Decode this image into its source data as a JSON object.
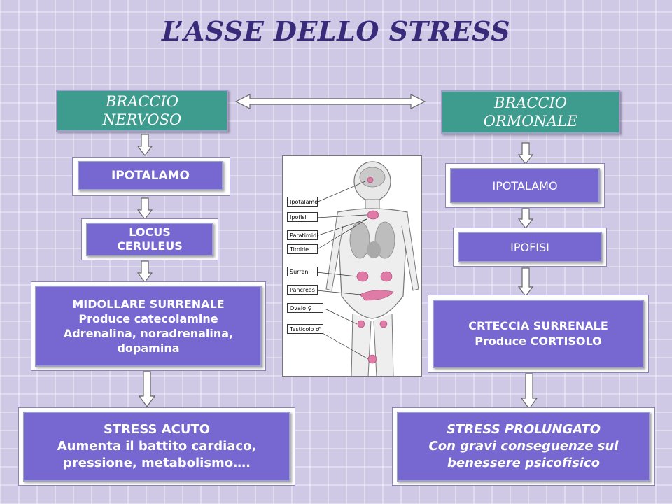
{
  "title": "L’ASSE DELLO STRESS",
  "nervous_arm": {
    "line1": "BRACCIO",
    "line2": "NERVOSO"
  },
  "hormonal_arm": {
    "line1": "BRACCIO",
    "line2": "ORMONALE"
  },
  "left": {
    "hypothalamus": "IPOTALAMO",
    "locus": {
      "line1": "LOCUS",
      "line2": "CERULEUS"
    },
    "medulla": {
      "line1": "MIDOLLARE SURRENALE",
      "line2": "Produce catecolamine",
      "line3": "Adrenalina, noradrenalina,",
      "line4": "dopamina"
    },
    "acute": {
      "line1": "STRESS ACUTO",
      "line2": "Aumenta il battito cardiaco,",
      "line3": "pressione, metabolismo…."
    }
  },
  "right": {
    "hypothalamus": "IPOTALAMO",
    "pituitary": "IPOFISI",
    "cortex": {
      "line1": "CRTECCIA SURRENALE",
      "line2": "Produce CORTISOLO"
    },
    "prolonged": {
      "line1": "STRESS PROLUNGATO",
      "line2": "Con gravi conseguenze sul",
      "line3": "benessere psicofisico"
    }
  },
  "figure_labels": [
    "Ipotalamo",
    "Ipofisi",
    "Paratiroidi",
    "Tiroide",
    "Surreni",
    "Pancreas",
    "Ovaio ♀",
    "Testicolo ♂"
  ],
  "colors": {
    "green": "#3e9c8e",
    "purple": "#7668d0",
    "title": "#3a2a7a",
    "organ_pink": "#e07aa6"
  }
}
